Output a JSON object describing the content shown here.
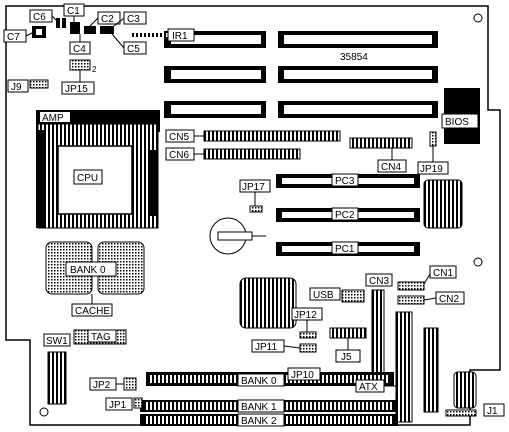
{
  "board_id": "35854",
  "labels": {
    "c1": "C1",
    "c2": "C2",
    "c3": "C3",
    "c4": "C4",
    "c5": "C5",
    "c6": "C6",
    "c7": "C7",
    "ir1": "IR1",
    "j9": "J9",
    "jp15": "JP15",
    "jp15_pin": "2",
    "amp": "AMP",
    "cpu": "CPU",
    "bios": "BIOS",
    "cn4": "CN4",
    "cn5": "CN5",
    "cn6": "CN6",
    "jp19": "JP19",
    "jp17": "JP17",
    "pc1": "PC1",
    "pc2": "PC2",
    "pc3": "PC3",
    "bank0_cache": "BANK 0",
    "cache": "CACHE",
    "cn1": "CN1",
    "cn2": "CN2",
    "cn3": "CN3",
    "usb": "USB",
    "jp12": "JP12",
    "jp11": "JP11",
    "j5": "J5",
    "jp10": "JP10",
    "sw1": "SW1",
    "tag": "TAG",
    "jp2": "JP2",
    "jp1": "JP1",
    "bank0_dimm": "BANK 0",
    "bank1": "BANK 1",
    "bank2": "BANK 2",
    "atx": "ATX",
    "j1": "J1"
  }
}
